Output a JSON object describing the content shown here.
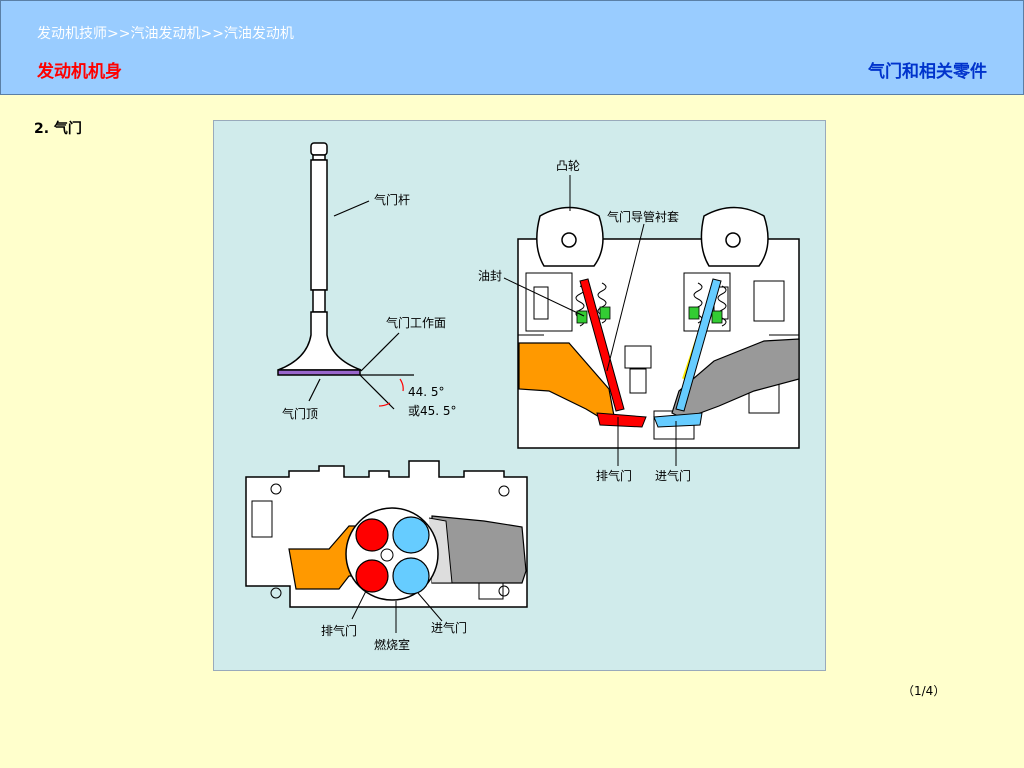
{
  "header": {
    "breadcrumb": "发动机技师>>汽油发动机>>汽油发动机",
    "section_title": "发动机机身",
    "topic_title": "气门和相关零件"
  },
  "main": {
    "heading": "2. 气门"
  },
  "figure": {
    "labels": {
      "valve_stem": "气门杆",
      "valve_face": "气门工作面",
      "valve_head": "气门顶",
      "angle_1": "44. 5°",
      "angle_2": "或45. 5°",
      "cam": "凸轮",
      "valve_guide_bushing": "气门导管衬套",
      "oil_seal": "油封",
      "exhaust_valve_side": "排气门",
      "intake_valve_side": "进气门",
      "exhaust_valve_top": "排气门",
      "intake_valve_top": "进气门",
      "combustion_chamber": "燃烧室"
    },
    "colors": {
      "exhaust": "#ff0000",
      "intake": "#66ccff",
      "exhaust_port": "#ff9900",
      "intake_port": "#999999",
      "valve_face": "#9966cc",
      "guide": "#ffee00",
      "seal": "#33cc33"
    }
  },
  "footer": {
    "page_number": "（1/4）"
  }
}
